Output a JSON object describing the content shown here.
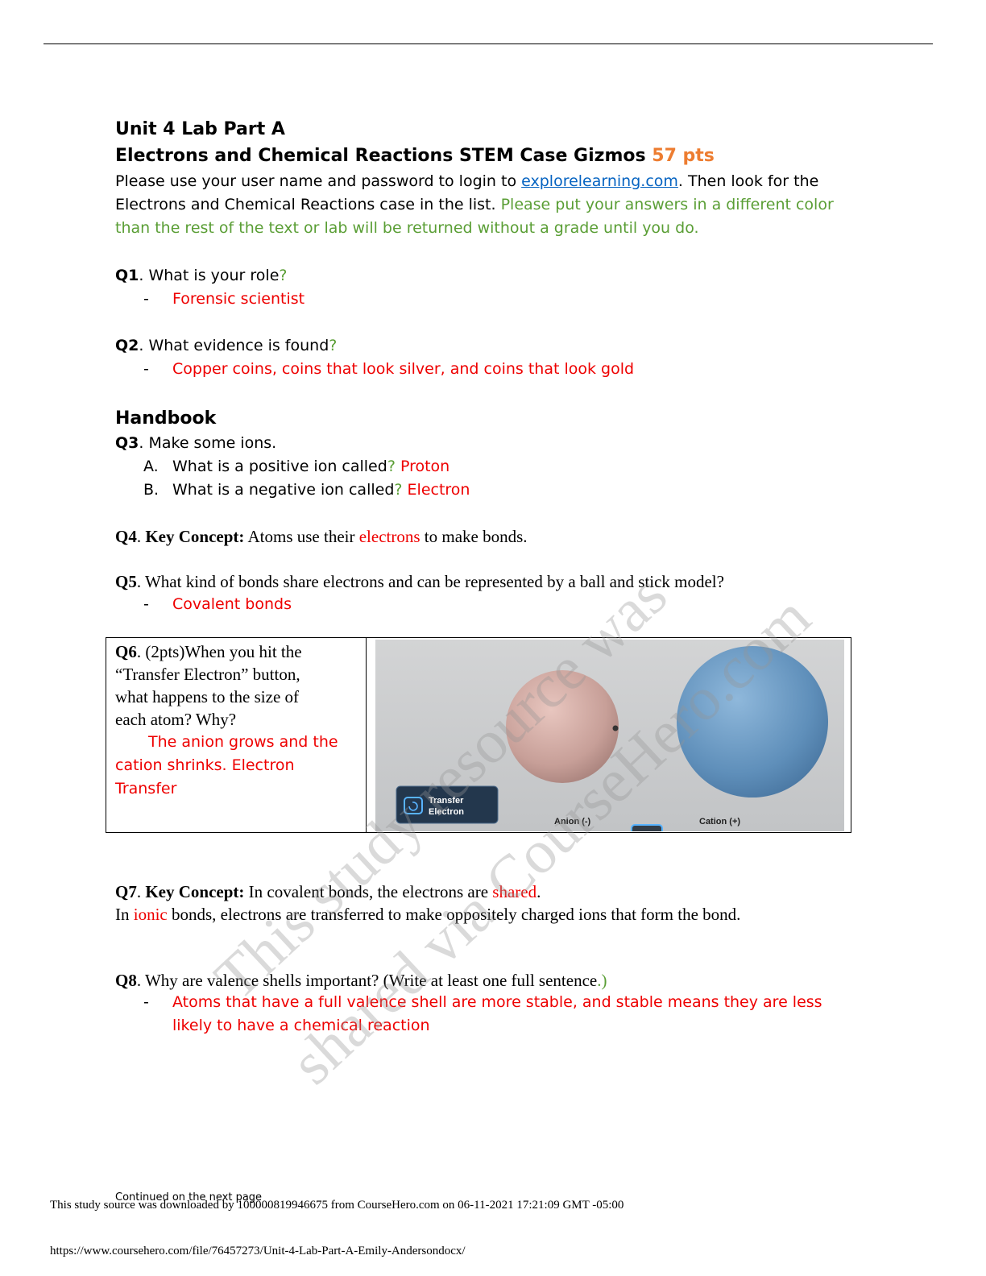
{
  "header": {
    "title": "Unit 4 Lab Part A",
    "subtitle": "Electrons and Chemical Reactions STEM Case Gizmos",
    "points": "57 pts"
  },
  "intro": {
    "text_before_link": "Please use your user name and password to login to ",
    "link": "explorelearning.com",
    "text_after_link_1": ". Then look for the",
    "text_line2": "Electrons and Chemical Reactions case in the list. ",
    "green_line2": "Please put your answers in a different color",
    "green_line3": "than the rest of the text or lab will be returned without a grade until you do."
  },
  "q1": {
    "label": "Q1",
    "text": ". What is your role",
    "mark": "?",
    "dash": "-",
    "answer": "Forensic scientist"
  },
  "q2": {
    "label": "Q2",
    "text": ". What evidence is found",
    "mark": "?",
    "dash": "-",
    "answer": "Copper coins, coins that look silver, and coins that look gold"
  },
  "handbook": {
    "title": "Handbook"
  },
  "q3": {
    "label": "Q3",
    "text": ". Make some ions.",
    "a_letter": "A.",
    "a_text": "What is a positive ion called",
    "a_mark": "?",
    "a_answer": "Proton",
    "b_letter": "B.",
    "b_text": "What is a negative ion called",
    "b_mark": "?",
    "b_answer": "Electron"
  },
  "q4": {
    "label": "Q4",
    "sep": ". ",
    "key": "Key Concept:",
    "t1": " Atoms use their ",
    "answer": "electrons",
    "t2": " to make bonds."
  },
  "q5": {
    "label": "Q5",
    "text": ". What kind of bonds share electrons and can be represented by a ball and stick model?",
    "dash": "-",
    "answer": "Covalent bonds"
  },
  "q6": {
    "label": "Q6",
    "line1": ". (2pts)When you hit the",
    "line2": "“Transfer Electron” button,",
    "line3": "what happens to the size of",
    "line4": "each atom? Why?",
    "answer1": "The anion grows and the",
    "answer2": "cation shrinks. Electron",
    "answer3": "Transfer",
    "image": {
      "button_line1": "Transfer",
      "button_line2": "Electron",
      "anion_label": "Anion (-)",
      "cation_label": "Cation (+)"
    }
  },
  "q7": {
    "label": "Q7",
    "sep": ". ",
    "key": "Key Concept:",
    "t1": " In covalent bonds, the electrons are ",
    "answer1": "shared",
    "t2": ".",
    "t3": "In ",
    "answer2": "ionic",
    "t4": " bonds, electrons are transferred to make oppositely charged ions that form the bond."
  },
  "q8": {
    "label": "Q8",
    "text": ". Why are valence shells important? (Write at least one full sentence",
    "green": ".)",
    "dash": "-",
    "answer1": "Atoms that have a full valence shell are more stable, and stable means they are less",
    "answer2": "likely to have a chemical reaction"
  },
  "watermark": {
    "line1": "This study resource was",
    "line2": "shared via CourseHero.com"
  },
  "footer": {
    "continued": "Continued on the next page",
    "download": "This study source was downloaded by 100000819946675 from CourseHero.com on 06-11-2021 17:21:09 GMT -05:00",
    "url": "https://www.coursehero.com/file/76457273/Unit-4-Lab-Part-A-Emily-Andersondocx/"
  },
  "colors": {
    "answer": "#ee0000",
    "note": "#5a9e35",
    "points": "#ed7d31",
    "link": "#0563c1"
  }
}
